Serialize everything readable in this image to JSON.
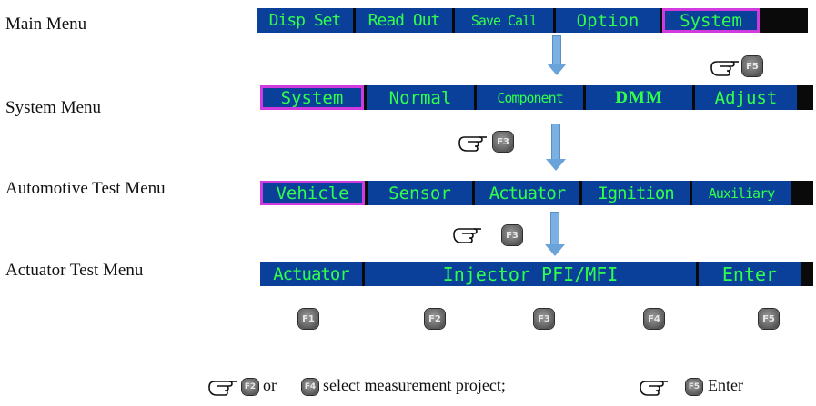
{
  "labels": {
    "main_menu": "Main Menu",
    "system_menu": "System Menu",
    "auto_menu": "Automotive Test Menu",
    "actuator_menu": "Actuator Test Menu"
  },
  "main_menu_items": [
    "Disp Set",
    "Read Out",
    "Save Call",
    "Option",
    "System"
  ],
  "system_menu_items": [
    "System",
    "Normal",
    "Component",
    "DMM",
    "Adjust"
  ],
  "auto_menu_items": [
    "Vehicle",
    "Sensor",
    "Actuator",
    "Ignition",
    "Auxiliary"
  ],
  "actuator_bar": {
    "left": "Actuator",
    "middle": "Injector PFI/MFI",
    "right": "Enter"
  },
  "fkeys": {
    "f1": "F1",
    "f2": "F2",
    "f3": "F3",
    "f4": "F4",
    "f5": "F5"
  },
  "footer": {
    "or": "or",
    "select_text": "select measurement project;",
    "enter": "Enter"
  },
  "colors": {
    "menu_bg": "#0a3f9a",
    "menu_text": "#2fff4a",
    "selected_border": "#d03adf",
    "arrow": "#7bb0e3"
  },
  "icons": [
    "hand-pointer-icon",
    "down-arrow-icon",
    "function-key-icon"
  ]
}
